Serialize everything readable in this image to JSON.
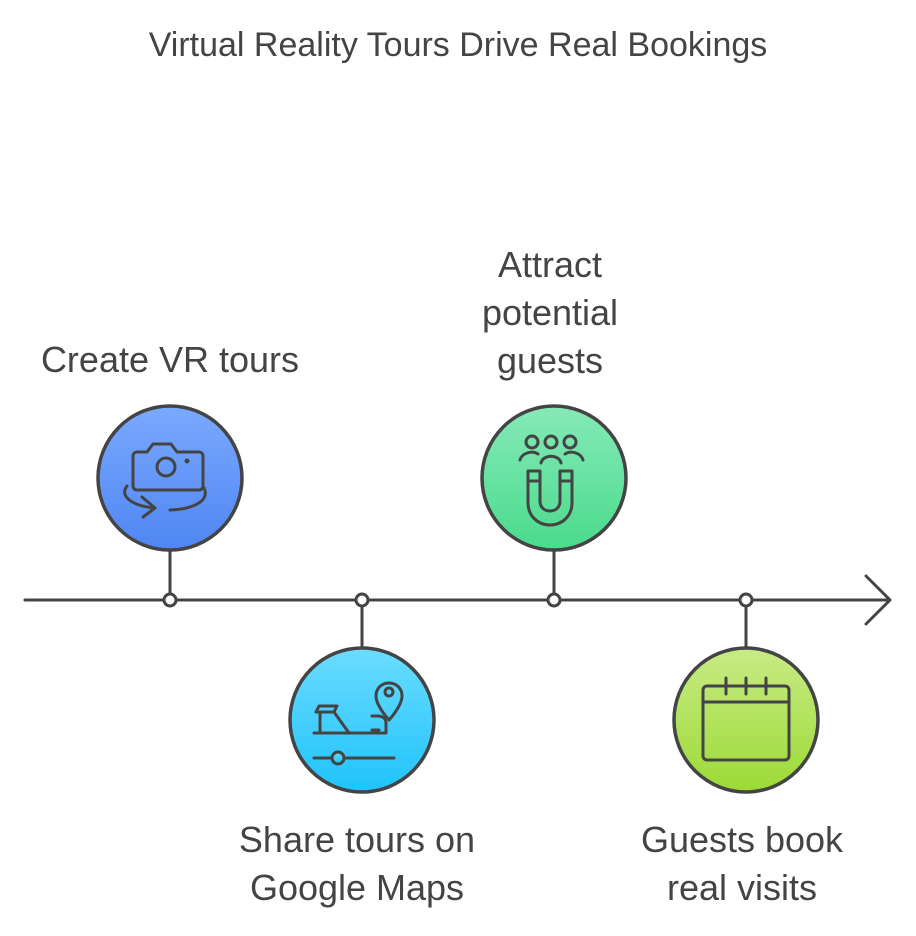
{
  "title": "Virtual Reality Tours Drive Real Bookings",
  "steps": [
    {
      "lines": [
        "Create VR tours"
      ],
      "icon": "camera-360-icon",
      "color_top": "#7aa9ff",
      "color_bottom": "#4f86f2"
    },
    {
      "lines": [
        "Share tours on",
        "Google Maps"
      ],
      "icon": "car-location-icon",
      "color_top": "#6cdcff",
      "color_bottom": "#1fc3fb"
    },
    {
      "lines": [
        "Attract",
        "potential",
        "guests"
      ],
      "icon": "people-magnet-icon",
      "color_top": "#86e9b8",
      "color_bottom": "#4adb8c"
    },
    {
      "lines": [
        "Guests book",
        "real visits"
      ],
      "icon": "calendar-icon",
      "color_top": "#c8eb86",
      "color_bottom": "#9cda36"
    }
  ]
}
